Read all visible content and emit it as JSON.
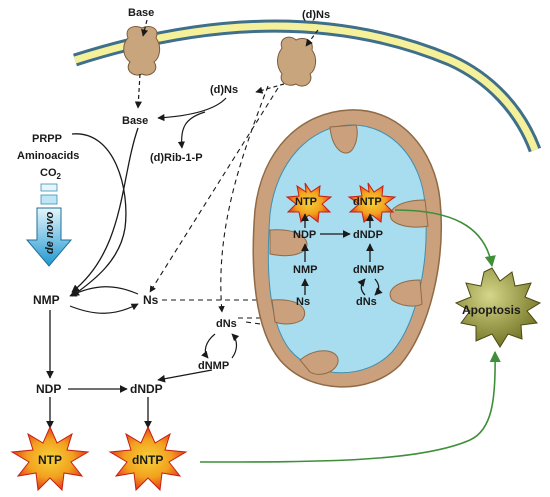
{
  "labels": {
    "base_top": "Base",
    "dns_top": "(d)Ns",
    "dns_mid": "(d)Ns",
    "base_mid": "Base",
    "rib": "(d)Rib-1-P",
    "prpp": "PRPP",
    "aminoacids": "Aminoacids",
    "co2_main": "CO",
    "co2_sub": "2",
    "denovo": "de novo",
    "nmp": "NMP",
    "ns": "Ns",
    "dns_cyto": "dNs",
    "dnmp_cyto": "dNMP",
    "ndp": "NDP",
    "dndp": "dNDP",
    "ntp": "NTP",
    "dntp": "dNTP",
    "mito_ntp": "NTP",
    "mito_dntp": "dNTP",
    "mito_ndp": "NDP",
    "mito_dndp": "dNDP",
    "mito_nmp": "NMP",
    "mito_dnmp": "dNMP",
    "mito_ns": "Ns",
    "mito_dns": "dNs",
    "apoptosis": "Apoptosis"
  },
  "colors": {
    "membrane_outer": "#3f6f8a",
    "membrane_inner": "#f5f19a",
    "transporter": "#c9a57e",
    "mito_outer": "#caa07d",
    "mito_matrix": "#a8dcef",
    "starburst_outer": "#e8231b",
    "starburst_inner": "#f2c21e",
    "apoptosis_fill": "#8c8c2a",
    "green_arrow": "#3f8f3a",
    "arrow": "#1a1a1a",
    "denovo_arrow": "#36a8d6"
  }
}
